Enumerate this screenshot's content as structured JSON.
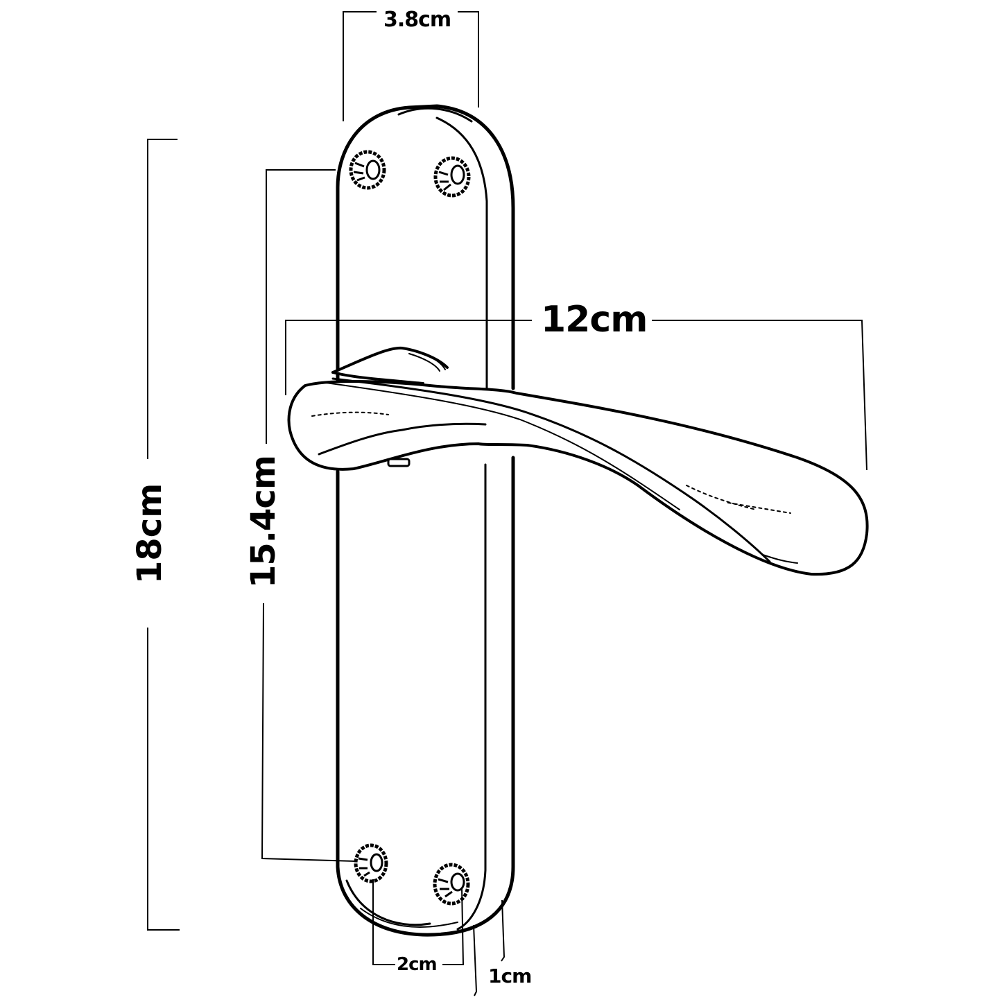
{
  "diagram": {
    "subject": "lever door handle on backplate",
    "line_color": "#000000",
    "background_color": "#ffffff"
  },
  "dimensions": {
    "backplate_width": {
      "label": "3.8cm",
      "orientation": "horizontal"
    },
    "lever_projection": {
      "label": "12cm",
      "orientation": "horizontal"
    },
    "backplate_height": {
      "label": "18cm",
      "orientation": "vertical"
    },
    "screw_centres_vertical": {
      "label": "15.4cm",
      "orientation": "vertical"
    },
    "screw_centres_horizontal": {
      "label": "2cm",
      "orientation": "horizontal"
    },
    "backplate_thickness": {
      "label": "1cm",
      "orientation": "vertical"
    }
  },
  "parts": {
    "screws": [
      "top-left",
      "top-right",
      "bottom-left",
      "bottom-right"
    ]
  }
}
